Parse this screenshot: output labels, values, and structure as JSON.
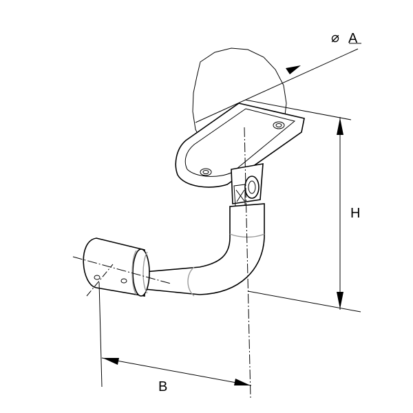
{
  "diagram": {
    "labels": {
      "diameter_symbol": "⌀",
      "diameter": "A",
      "height": "H",
      "length": "B"
    },
    "colors": {
      "line": "#000000",
      "accent_weld": "#9a9a9a",
      "background": "#ffffff"
    }
  }
}
